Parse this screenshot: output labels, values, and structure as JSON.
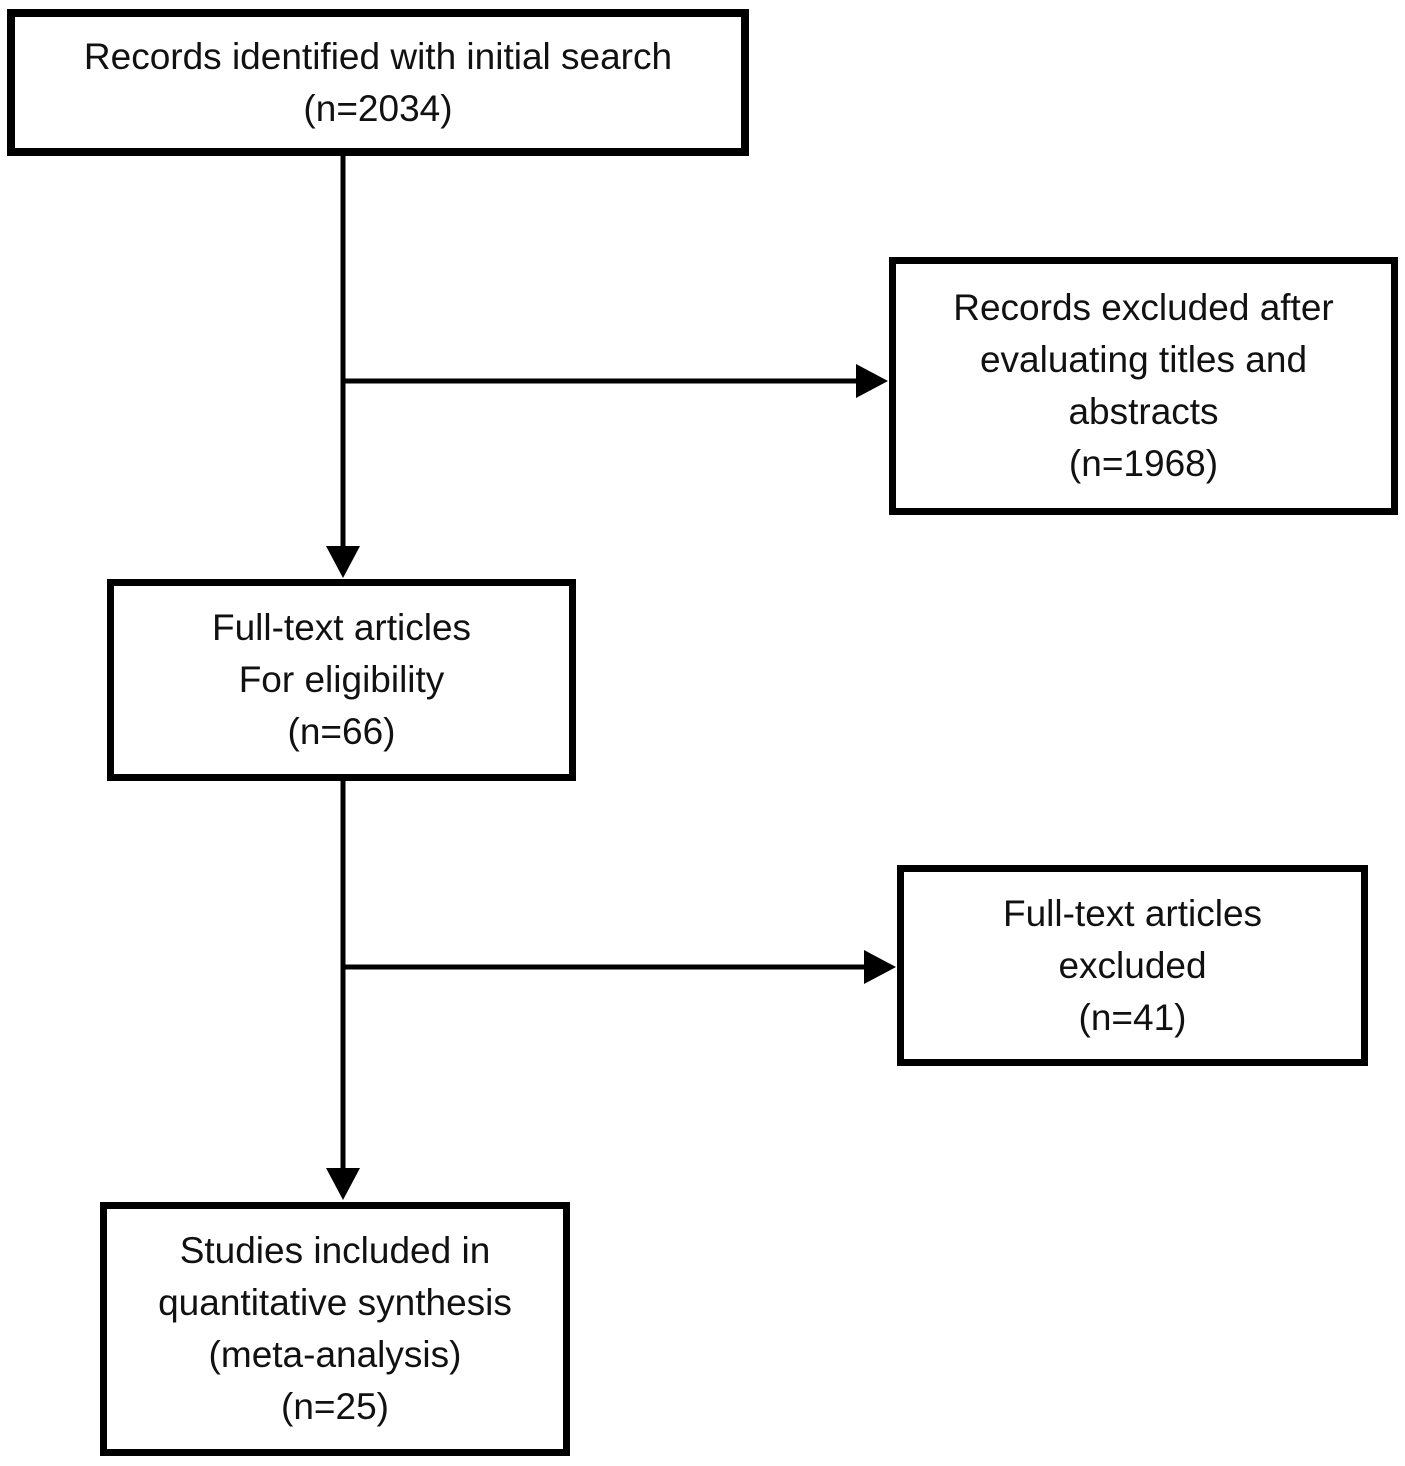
{
  "diagram": {
    "type": "flowchart",
    "description": "Study selection flow diagram (PRISMA-style)",
    "colors": {
      "background": "#ffffff",
      "box_border": "#000000",
      "box_fill": "#ffffff",
      "text": "#111111",
      "arrow": "#000000"
    },
    "nodes": [
      {
        "id": "records-identified",
        "lines": [
          "Records identified with initial search",
          "(n=2034)"
        ],
        "n": 2034
      },
      {
        "id": "records-excluded",
        "lines": [
          "Records excluded after",
          "evaluating titles and",
          "abstracts",
          "(n=1968)"
        ],
        "n": 1968
      },
      {
        "id": "fulltext-eligibility",
        "lines": [
          "Full-text articles",
          "For eligibility",
          "(n=66)"
        ],
        "n": 66
      },
      {
        "id": "fulltext-excluded",
        "lines": [
          "Full-text articles",
          "excluded",
          "(n=41)"
        ],
        "n": 41
      },
      {
        "id": "studies-included",
        "lines": [
          "Studies included in",
          "quantitative synthesis",
          "(meta-analysis)",
          "(n=25)"
        ],
        "n": 25
      }
    ],
    "edges": [
      {
        "from": "records-identified",
        "to": "fulltext-eligibility",
        "direction": "down"
      },
      {
        "from": "records-identified",
        "to": "records-excluded",
        "direction": "right-branch"
      },
      {
        "from": "fulltext-eligibility",
        "to": "studies-included",
        "direction": "down"
      },
      {
        "from": "fulltext-eligibility",
        "to": "fulltext-excluded",
        "direction": "right-branch"
      }
    ]
  }
}
